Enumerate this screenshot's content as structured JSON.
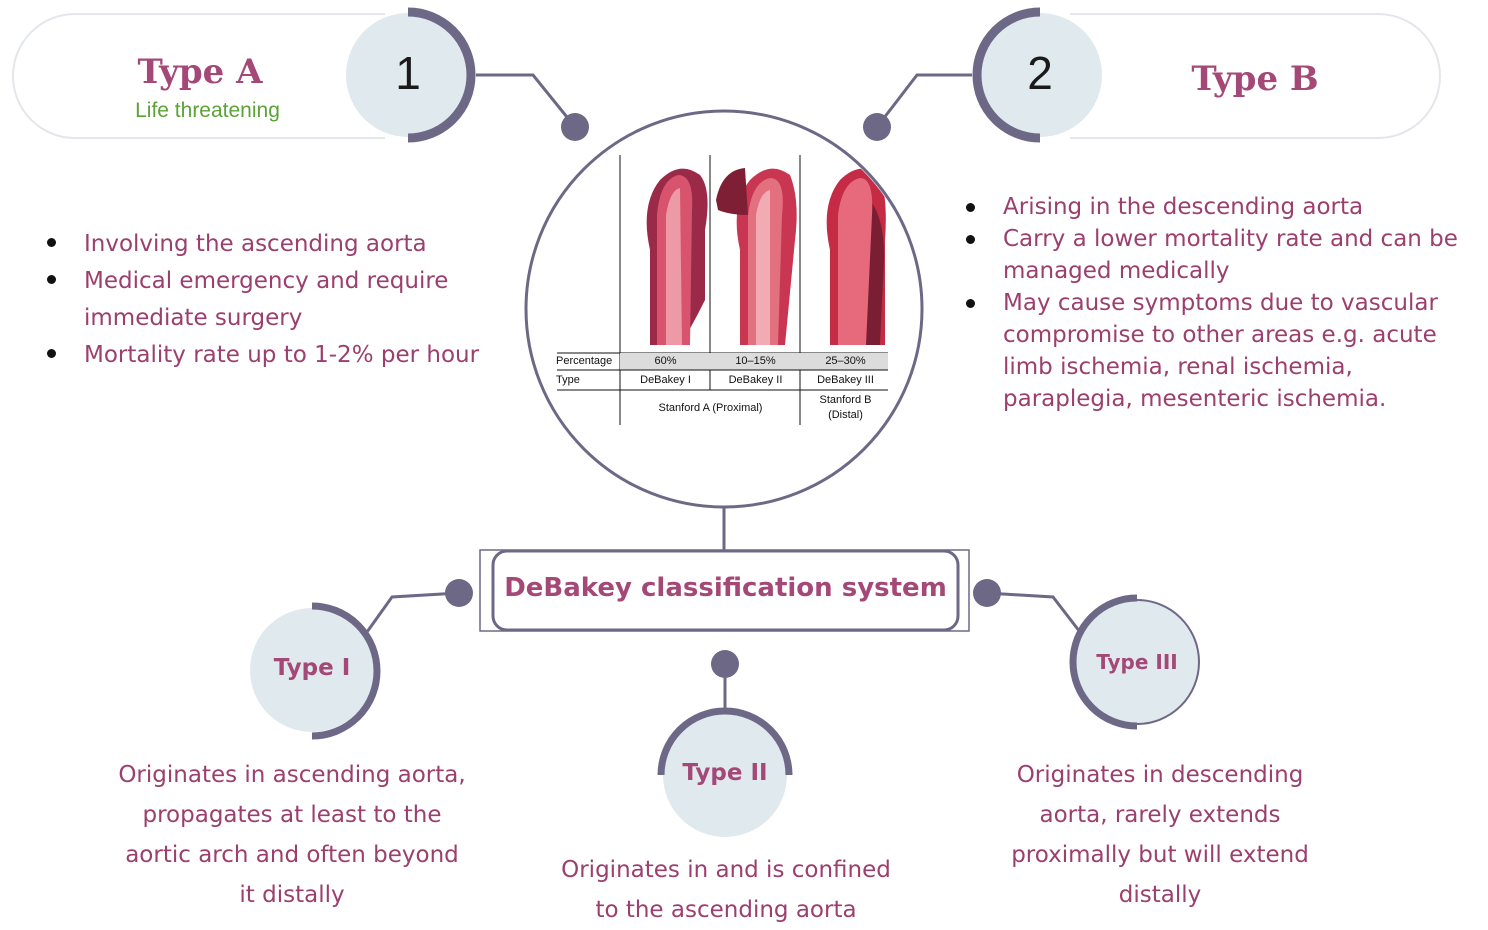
{
  "type_a": {
    "number": "1",
    "title": "Type A",
    "subtitle": "Life threatening",
    "points": [
      "Involving the ascending aorta",
      "Medical emergency and require immediate surgery",
      "Mortality rate up to  1-2% per hour"
    ]
  },
  "type_b": {
    "number": "2",
    "title": "Type B",
    "points": [
      "Arising in the descending aorta",
      "Carry a lower mortality rate and can be managed medically",
      "May cause symptoms due to vascular compromise to other areas e.g. acute limb ischemia, renal ischemia, paraplegia, mesenteric ischemia."
    ]
  },
  "figure": {
    "row_percentage_label": "Percentage",
    "row_type_label": "Type",
    "columns": [
      {
        "percentage": "60%",
        "type": "DeBakey I"
      },
      {
        "percentage": "10–15%",
        "type": "DeBakey II"
      },
      {
        "percentage": "25–30%",
        "type": "DeBakey III"
      }
    ],
    "stanford_a": "Stanford A (Proximal)",
    "stanford_b_line1": "Stanford B",
    "stanford_b_line2": "(Distal)"
  },
  "center": {
    "title": "DeBakey classification system"
  },
  "debakey": {
    "type1": {
      "label": "Type I",
      "desc_lines": [
        "Originates in ascending aorta,",
        "propagates at least to the",
        "aortic arch and often beyond",
        "it distally"
      ]
    },
    "type2": {
      "label": "Type II",
      "desc_lines": [
        "Originates in and is confined",
        "to the ascending aorta"
      ]
    },
    "type3": {
      "label": "Type III",
      "desc_lines": [
        "Originates in descending",
        "aorta, rarely extends",
        "proximally but will extend",
        "distally"
      ]
    }
  },
  "colors": {
    "accent_text": "#a44877",
    "body_text": "#9b3f6e",
    "connector": "#6e6887",
    "circle_fill": "#e0e9ee",
    "pill_border": "#e0e4e8",
    "subtitle_green": "#5ba337"
  }
}
